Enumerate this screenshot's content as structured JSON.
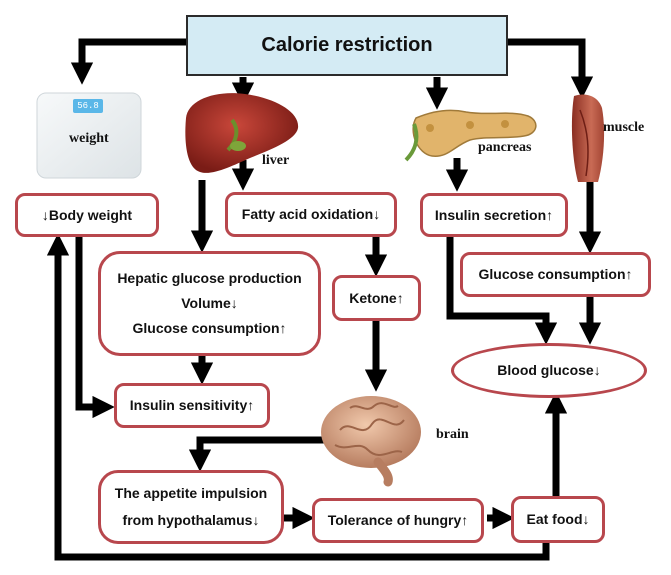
{
  "title": "Calorie restriction",
  "labels": {
    "weight": "weight",
    "liver": "liver",
    "pancreas": "pancreas",
    "muscle": "muscle",
    "brain": "brain",
    "scale_display": "56.8"
  },
  "boxes": {
    "body_weight": "↓Body weight",
    "fatty_acid": "Fatty acid oxidation↓",
    "insulin_secretion": "Insulin secretion↑",
    "hepatic_line1": "Hepatic glucose production",
    "hepatic_line2": "Volume↓",
    "hepatic_line3": "Glucose consumption↑",
    "ketone": "Ketone↑",
    "glucose_consumption": "Glucose consumption↑",
    "blood_glucose": "Blood glucose↓",
    "insulin_sensitivity": "Insulin sensitivity↑",
    "appetite_line1": "The appetite impulsion",
    "appetite_line2": "from hypothalamus↓",
    "tolerance": "Tolerance of hungry↑",
    "eat_food": "Eat food↓"
  }
}
